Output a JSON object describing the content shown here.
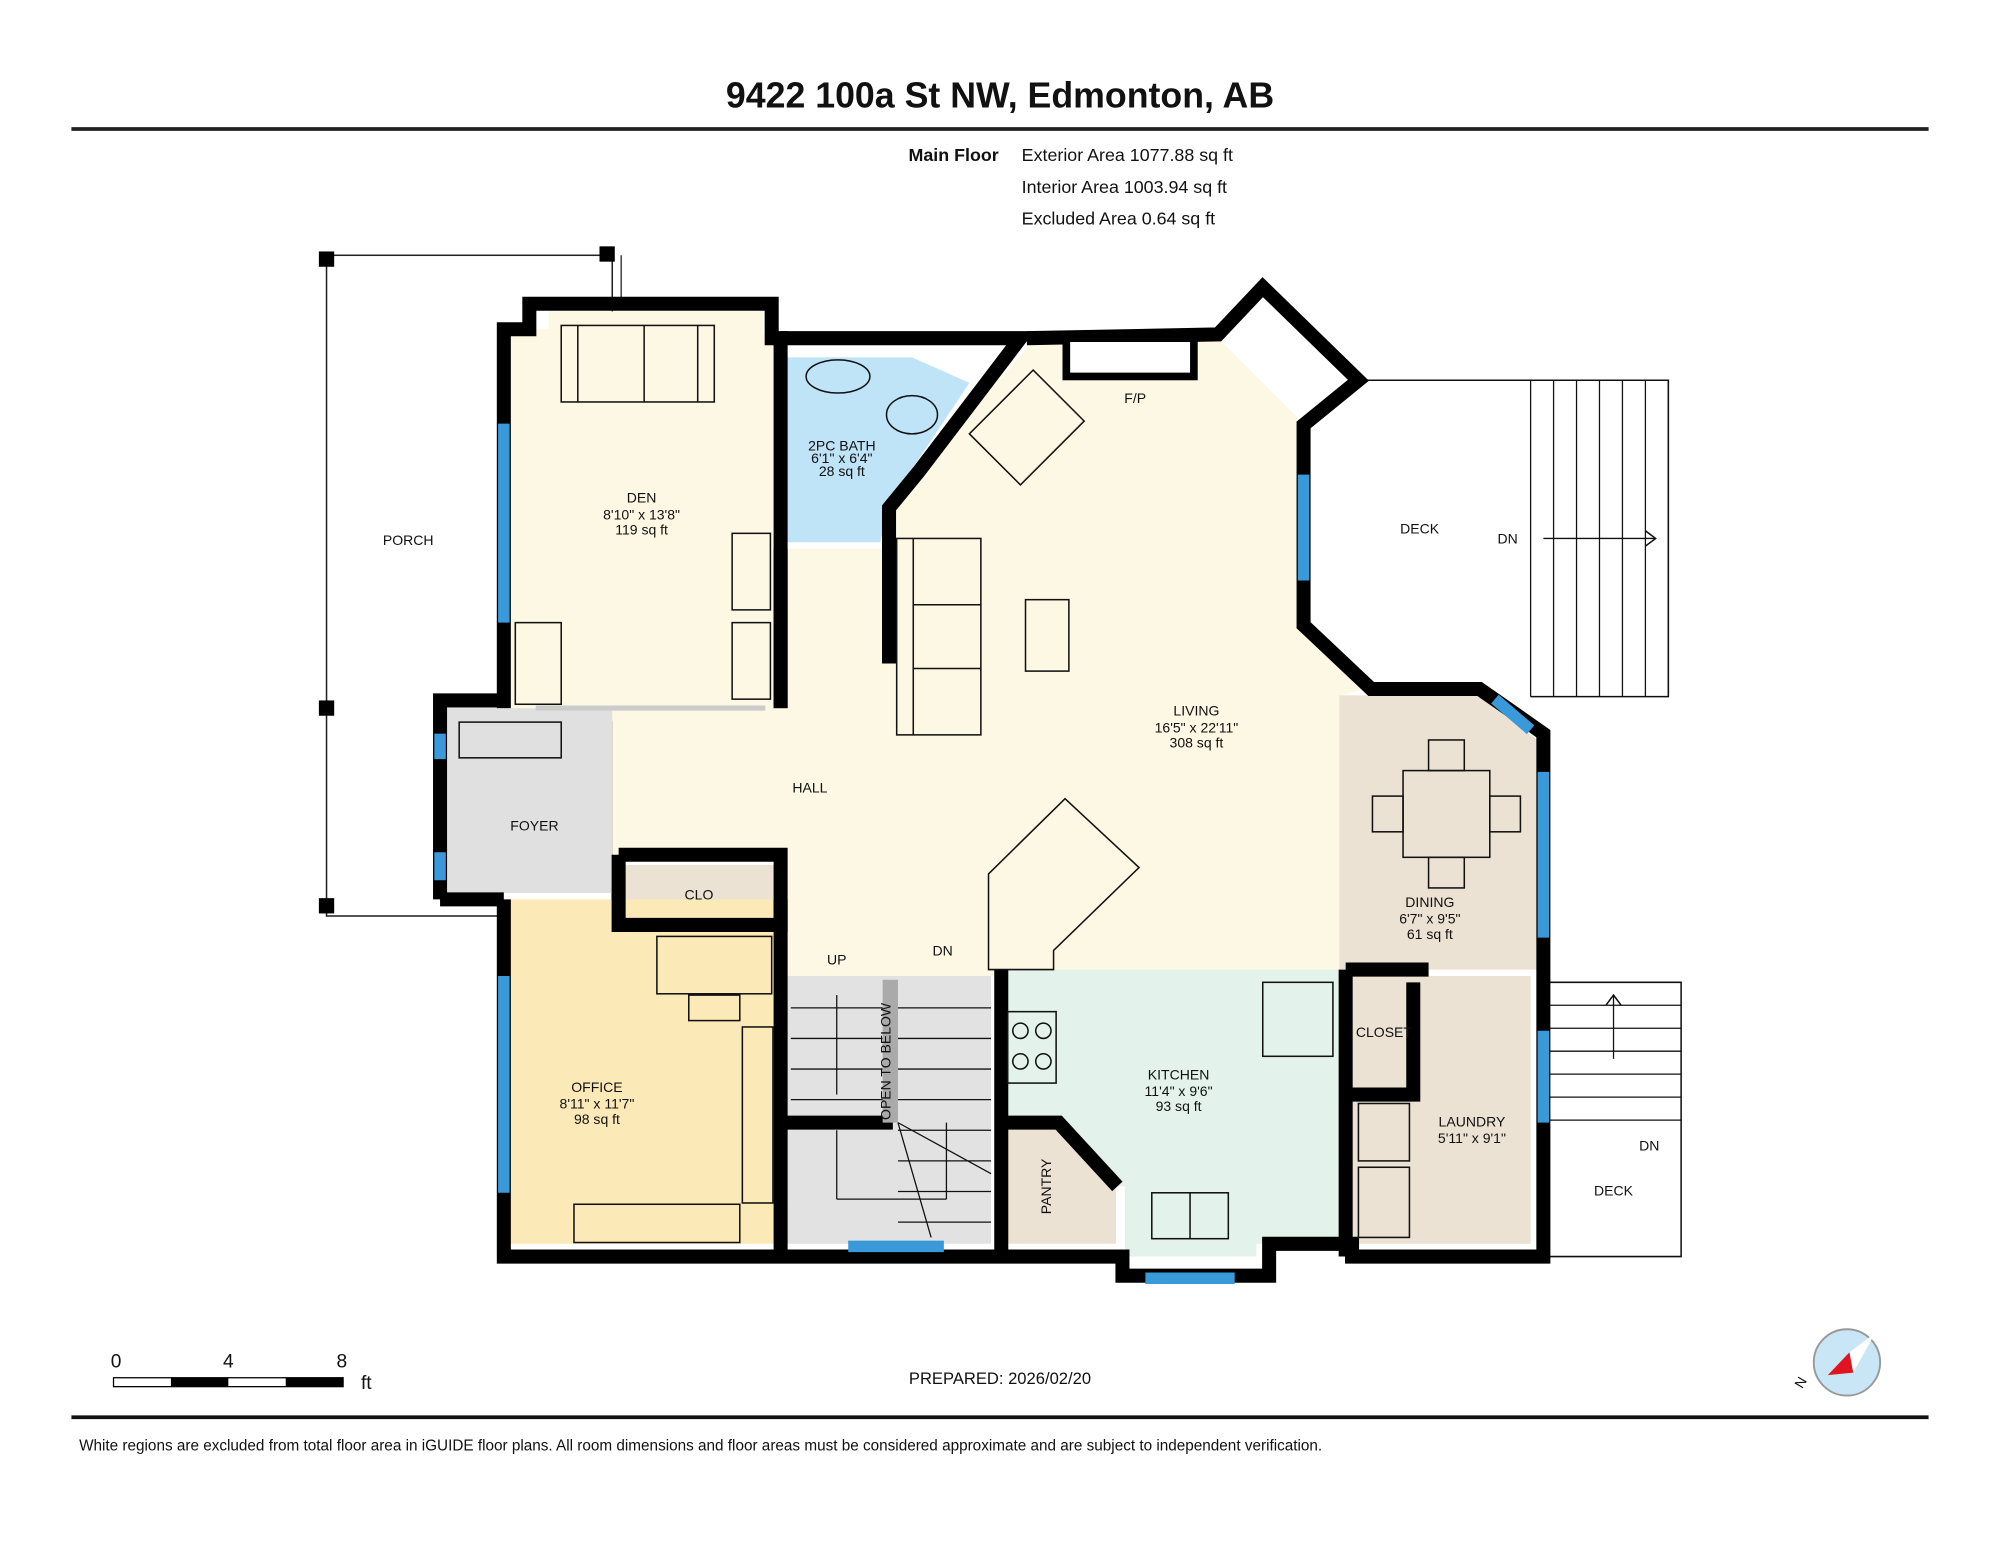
{
  "title": "9422 100a St NW, Edmonton, AB",
  "summary": {
    "floor": "Main Floor",
    "exterior": "Exterior Area 1077.88 sq ft",
    "interior": "Interior Area 1003.94 sq ft",
    "excluded": "Excluded Area 0.64 sq ft"
  },
  "rooms": {
    "porch": {
      "name": "PORCH"
    },
    "den": {
      "name": "DEN",
      "dims": "8'10\" x 13'8\"",
      "area": "119 sq ft"
    },
    "bath": {
      "name": "2PC BATH",
      "dims": "6'1\" x 6'4\"",
      "area": "28 sq ft"
    },
    "fireplace": {
      "name": "F/P"
    },
    "deck_upper": {
      "name": "DECK",
      "stairs": "DN"
    },
    "living": {
      "name": "LIVING",
      "dims": "16'5\" x 22'11\"",
      "area": "308 sq ft"
    },
    "hall": {
      "name": "HALL"
    },
    "foyer": {
      "name": "FOYER"
    },
    "clo": {
      "name": "CLO"
    },
    "stairs": {
      "up": "UP",
      "down": "DN",
      "open": "OPEN TO BELOW"
    },
    "office": {
      "name": "OFFICE",
      "dims": "8'11\" x 11'7\"",
      "area": "98 sq ft"
    },
    "kitchen": {
      "name": "KITCHEN",
      "dims": "11'4\" x 9'6\"",
      "area": "93 sq ft"
    },
    "pantry": {
      "name": "PANTRY"
    },
    "dining": {
      "name": "DINING",
      "dims": "6'7\" x 9'5\"",
      "area": "61 sq ft"
    },
    "closet": {
      "name": "CLOSET"
    },
    "laundry": {
      "name": "LAUNDRY",
      "dims": "5'11\" x 9'1\""
    },
    "deck_lower": {
      "name": "DECK",
      "stairs": "DN"
    }
  },
  "colors": {
    "den": "#fdf8e4",
    "bath": "#bfe3f7",
    "living": "#fdf8e4",
    "foyer": "#e0e0e0",
    "office": "#fbe9b8",
    "kitchen": "#e3f2ea",
    "beige": "#ebe2d3",
    "window": "#3a9ad9"
  },
  "scale": {
    "t0": "0",
    "t4": "4",
    "t8": "8",
    "unit": "ft"
  },
  "prepared": "PREPARED: 2026/02/20",
  "compass": {
    "label": "N",
    "icon": "north-compass-icon"
  },
  "footer": "White regions are excluded from total floor area in iGUIDE floor plans. All room dimensions and floor areas must be considered approximate and are subject to independent verification."
}
